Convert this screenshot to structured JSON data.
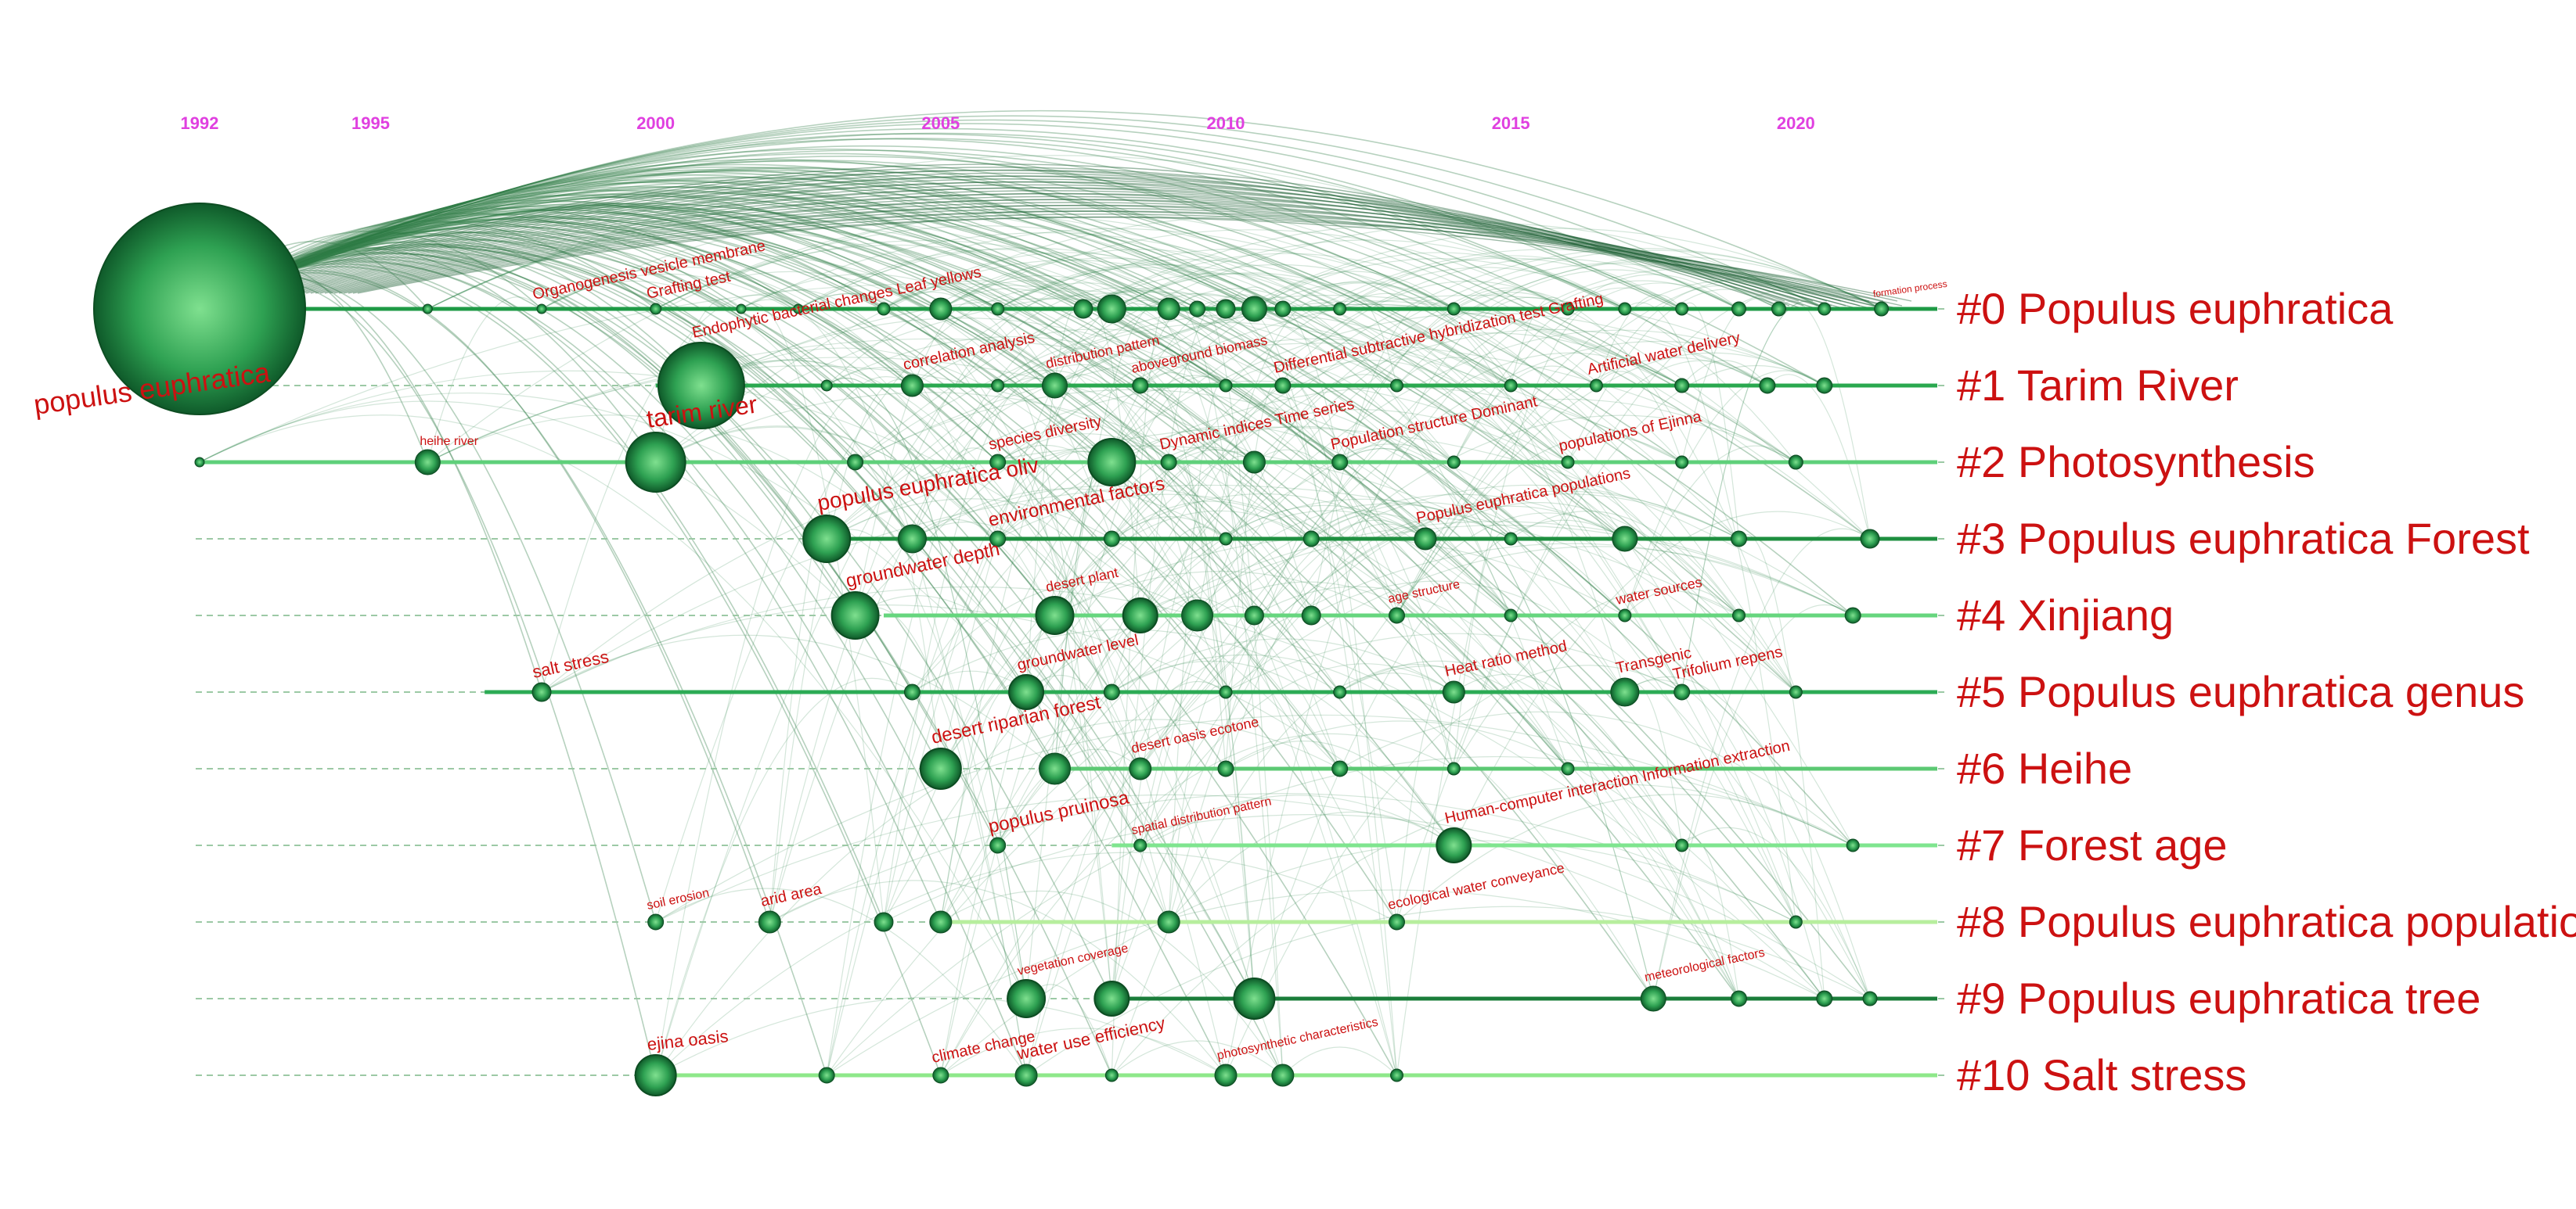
{
  "chart_data": {
    "type": "timeline",
    "x_range": [
      1992,
      2022
    ],
    "years": [
      1992,
      1995,
      2000,
      2005,
      2010,
      2015,
      2020
    ],
    "clusters": [
      {
        "id": 0,
        "label": "#0 Populus euphratica",
        "start": 1992,
        "color": "#1e9a45"
      },
      {
        "id": 1,
        "label": "#1 Tarim River",
        "start": 2000,
        "color": "#2aa84f"
      },
      {
        "id": 2,
        "label": "#2 Photosynthesis",
        "start": 1992,
        "color": "#5fd07a"
      },
      {
        "id": 3,
        "label": "#3 Populus euphratica Forest",
        "start": 2003,
        "color": "#1e8f3f"
      },
      {
        "id": 4,
        "label": "#4 Xinjiang",
        "start": 2004,
        "color": "#66d67e"
      },
      {
        "id": 5,
        "label": "#5 Populus euphratica genus",
        "start": 1997,
        "color": "#2cab55"
      },
      {
        "id": 6,
        "label": "#6 Heihe",
        "start": 2007,
        "color": "#5cc973"
      },
      {
        "id": 7,
        "label": "#7 Forest age",
        "start": 2008,
        "color": "#7fe58f"
      },
      {
        "id": 8,
        "label": "#8 Populus euphratica populatio",
        "start": 2005,
        "color": "#b7ee9e"
      },
      {
        "id": 9,
        "label": "#9 Populus euphratica tree",
        "start": 2008,
        "color": "#1a7d3a"
      },
      {
        "id": 10,
        "label": "#10 Salt stress",
        "start": 2000,
        "color": "#8ee88a"
      }
    ],
    "nodes": [
      {
        "c": 0,
        "y": 1992,
        "s": 135,
        "label": "populus euphratica",
        "fs": 36,
        "rot": -8
      },
      {
        "c": 0,
        "y": 1996,
        "s": 6
      },
      {
        "c": 0,
        "y": 1998,
        "s": 6,
        "label": "Organogenesis vesicle membrane",
        "fs": 20,
        "rot": -12
      },
      {
        "c": 0,
        "y": 2000,
        "s": 7,
        "label": "Grafting test",
        "fs": 20,
        "rot": -12
      },
      {
        "c": 0,
        "y": 2001.5,
        "s": 6
      },
      {
        "c": 0,
        "y": 2002.5,
        "s": 6
      },
      {
        "c": 0,
        "y": 2004,
        "s": 8
      },
      {
        "c": 0,
        "y": 2005,
        "s": 14
      },
      {
        "c": 0,
        "y": 2006,
        "s": 8
      },
      {
        "c": 0,
        "y": 2007.5,
        "s": 12
      },
      {
        "c": 0,
        "y": 2008,
        "s": 18
      },
      {
        "c": 0,
        "y": 2009,
        "s": 14
      },
      {
        "c": 0,
        "y": 2009.5,
        "s": 10
      },
      {
        "c": 0,
        "y": 2010,
        "s": 12
      },
      {
        "c": 0,
        "y": 2010.5,
        "s": 16
      },
      {
        "c": 0,
        "y": 2011,
        "s": 10
      },
      {
        "c": 0,
        "y": 2012,
        "s": 8
      },
      {
        "c": 0,
        "y": 2014,
        "s": 8
      },
      {
        "c": 0,
        "y": 2016,
        "s": 8
      },
      {
        "c": 0,
        "y": 2017,
        "s": 8
      },
      {
        "c": 0,
        "y": 2018,
        "s": 8
      },
      {
        "c": 0,
        "y": 2019,
        "s": 9
      },
      {
        "c": 0,
        "y": 2019.7,
        "s": 9
      },
      {
        "c": 0,
        "y": 2020.5,
        "s": 8
      },
      {
        "c": 0,
        "y": 2021.5,
        "s": 9,
        "label": "formation process",
        "fs": 12,
        "rot": -8
      },
      {
        "c": 1,
        "y": 2000.8,
        "s": 55,
        "label": "Endophytic bacterial changes Leaf yellows",
        "fs": 20,
        "rot": -12
      },
      {
        "c": 1,
        "y": 2003,
        "s": 7
      },
      {
        "c": 1,
        "y": 2004.5,
        "s": 14,
        "label": "correlation analysis",
        "fs": 20,
        "rot": -12
      },
      {
        "c": 1,
        "y": 2006,
        "s": 8
      },
      {
        "c": 1,
        "y": 2007,
        "s": 16,
        "label": "distribution pattern",
        "fs": 18,
        "rot": -12
      },
      {
        "c": 1,
        "y": 2008.5,
        "s": 10,
        "label": "aboveground biomass",
        "fs": 18,
        "rot": -12
      },
      {
        "c": 1,
        "y": 2010,
        "s": 8
      },
      {
        "c": 1,
        "y": 2011,
        "s": 10,
        "label": "Differential subtractive hybridization test Grafting",
        "fs": 20,
        "rot": -12
      },
      {
        "c": 1,
        "y": 2013,
        "s": 8
      },
      {
        "c": 1,
        "y": 2015,
        "s": 8
      },
      {
        "c": 1,
        "y": 2016.5,
        "s": 8,
        "label": "Artificial water delivery",
        "fs": 20,
        "rot": -12
      },
      {
        "c": 1,
        "y": 2018,
        "s": 9
      },
      {
        "c": 1,
        "y": 2019.5,
        "s": 10
      },
      {
        "c": 1,
        "y": 2020.5,
        "s": 10
      },
      {
        "c": 2,
        "y": 1992,
        "s": 6
      },
      {
        "c": 2,
        "y": 1996,
        "s": 16,
        "label": "heihe river",
        "fs": 16,
        "rot": 0
      },
      {
        "c": 2,
        "y": 2000,
        "s": 38,
        "label": "tarim river",
        "fs": 32,
        "rot": -8
      },
      {
        "c": 2,
        "y": 2003.5,
        "s": 10
      },
      {
        "c": 2,
        "y": 2006,
        "s": 10,
        "label": "species diversity",
        "fs": 20,
        "rot": -12
      },
      {
        "c": 2,
        "y": 2008,
        "s": 30
      },
      {
        "c": 2,
        "y": 2009,
        "s": 10,
        "label": "Dynamic indices  Time series",
        "fs": 20,
        "rot": -12
      },
      {
        "c": 2,
        "y": 2010.5,
        "s": 14
      },
      {
        "c": 2,
        "y": 2012,
        "s": 10,
        "label": "Population structure  Dominant",
        "fs": 20,
        "rot": -12
      },
      {
        "c": 2,
        "y": 2014,
        "s": 8
      },
      {
        "c": 2,
        "y": 2016,
        "s": 8,
        "label": "populations of Ejinna",
        "fs": 20,
        "rot": -12
      },
      {
        "c": 2,
        "y": 2018,
        "s": 8
      },
      {
        "c": 2,
        "y": 2020,
        "s": 9
      },
      {
        "c": 3,
        "y": 2003,
        "s": 30,
        "label": "populus euphratica oliv",
        "fs": 28,
        "rot": -10
      },
      {
        "c": 3,
        "y": 2004.5,
        "s": 18
      },
      {
        "c": 3,
        "y": 2006,
        "s": 10,
        "label": "environmental factors",
        "fs": 24,
        "rot": -12
      },
      {
        "c": 3,
        "y": 2008,
        "s": 10
      },
      {
        "c": 3,
        "y": 2010,
        "s": 8
      },
      {
        "c": 3,
        "y": 2011.5,
        "s": 10
      },
      {
        "c": 3,
        "y": 2013.5,
        "s": 14,
        "label": "Populus euphratica populations",
        "fs": 20,
        "rot": -12
      },
      {
        "c": 3,
        "y": 2015,
        "s": 8
      },
      {
        "c": 3,
        "y": 2017,
        "s": 16
      },
      {
        "c": 3,
        "y": 2019,
        "s": 10
      },
      {
        "c": 3,
        "y": 2021.3,
        "s": 12
      },
      {
        "c": 4,
        "y": 2003.5,
        "s": 30,
        "label": "groundwater depth",
        "fs": 24,
        "rot": -12
      },
      {
        "c": 4,
        "y": 2007,
        "s": 24,
        "label": "desert plant",
        "fs": 18,
        "rot": -12
      },
      {
        "c": 4,
        "y": 2008.5,
        "s": 22
      },
      {
        "c": 4,
        "y": 2009.5,
        "s": 20
      },
      {
        "c": 4,
        "y": 2010.5,
        "s": 12
      },
      {
        "c": 4,
        "y": 2011.5,
        "s": 12
      },
      {
        "c": 4,
        "y": 2013,
        "s": 10,
        "label": "age structure",
        "fs": 16,
        "rot": -12
      },
      {
        "c": 4,
        "y": 2015,
        "s": 8
      },
      {
        "c": 4,
        "y": 2017,
        "s": 8,
        "label": "water sources",
        "fs": 18,
        "rot": -12
      },
      {
        "c": 4,
        "y": 2019,
        "s": 8
      },
      {
        "c": 4,
        "y": 2021,
        "s": 10
      },
      {
        "c": 5,
        "y": 1998,
        "s": 12,
        "label": "salt stress",
        "fs": 22,
        "rot": -12
      },
      {
        "c": 5,
        "y": 2004.5,
        "s": 10
      },
      {
        "c": 5,
        "y": 2006.5,
        "s": 22,
        "label": "groundwater level",
        "fs": 20,
        "rot": -12
      },
      {
        "c": 5,
        "y": 2008,
        "s": 10
      },
      {
        "c": 5,
        "y": 2010,
        "s": 8
      },
      {
        "c": 5,
        "y": 2012,
        "s": 8
      },
      {
        "c": 5,
        "y": 2014,
        "s": 14,
        "label": "Heat ratio method",
        "fs": 20,
        "rot": -12
      },
      {
        "c": 5,
        "y": 2017,
        "s": 18,
        "label": "Transgenic",
        "fs": 20,
        "rot": -12
      },
      {
        "c": 5,
        "y": 2018,
        "s": 10,
        "label": "Trifolium repens",
        "fs": 20,
        "rot": -12
      },
      {
        "c": 5,
        "y": 2020,
        "s": 8
      },
      {
        "c": 6,
        "y": 2005,
        "s": 26,
        "label": "desert riparian forest",
        "fs": 24,
        "rot": -12
      },
      {
        "c": 6,
        "y": 2007,
        "s": 20
      },
      {
        "c": 6,
        "y": 2008.5,
        "s": 14,
        "label": "desert oasis ecotone",
        "fs": 18,
        "rot": -12
      },
      {
        "c": 6,
        "y": 2010,
        "s": 10
      },
      {
        "c": 6,
        "y": 2012,
        "s": 10
      },
      {
        "c": 6,
        "y": 2014,
        "s": 8
      },
      {
        "c": 6,
        "y": 2016,
        "s": 8
      },
      {
        "c": 7,
        "y": 2006,
        "s": 10,
        "label": "populus pruinosa",
        "fs": 24,
        "rot": -12
      },
      {
        "c": 7,
        "y": 2008.5,
        "s": 8,
        "label": "spatial distribution pattern",
        "fs": 16,
        "rot": -12
      },
      {
        "c": 7,
        "y": 2014,
        "s": 22,
        "label": "Human-computer interaction  Information extraction",
        "fs": 20,
        "rot": -12
      },
      {
        "c": 7,
        "y": 2018,
        "s": 8
      },
      {
        "c": 7,
        "y": 2021,
        "s": 8
      },
      {
        "c": 8,
        "y": 2000,
        "s": 10,
        "label": "soil erosion",
        "fs": 16,
        "rot": -12
      },
      {
        "c": 8,
        "y": 2002,
        "s": 14,
        "label": "arid area",
        "fs": 20,
        "rot": -12
      },
      {
        "c": 8,
        "y": 2004,
        "s": 12
      },
      {
        "c": 8,
        "y": 2005,
        "s": 14
      },
      {
        "c": 8,
        "y": 2009,
        "s": 14
      },
      {
        "c": 8,
        "y": 2013,
        "s": 10,
        "label": "ecological water conveyance",
        "fs": 18,
        "rot": -12
      },
      {
        "c": 8,
        "y": 2020,
        "s": 8
      },
      {
        "c": 9,
        "y": 2006.5,
        "s": 24,
        "label": "vegetation coverage",
        "fs": 16,
        "rot": -12
      },
      {
        "c": 9,
        "y": 2008,
        "s": 22
      },
      {
        "c": 9,
        "y": 2010.5,
        "s": 26
      },
      {
        "c": 9,
        "y": 2017.5,
        "s": 16,
        "label": "meteorological factors",
        "fs": 16,
        "rot": -12
      },
      {
        "c": 9,
        "y": 2019,
        "s": 10
      },
      {
        "c": 9,
        "y": 2020.5,
        "s": 10
      },
      {
        "c": 9,
        "y": 2021.3,
        "s": 9
      },
      {
        "c": 10,
        "y": 2000,
        "s": 26,
        "label": "ejina oasis",
        "fs": 22,
        "rot": -6
      },
      {
        "c": 10,
        "y": 2003,
        "s": 10
      },
      {
        "c": 10,
        "y": 2005,
        "s": 10,
        "label": "climate change",
        "fs": 20,
        "rot": -12
      },
      {
        "c": 10,
        "y": 2006.5,
        "s": 14,
        "label": "water use efficiency",
        "fs": 22,
        "rot": -12
      },
      {
        "c": 10,
        "y": 2008,
        "s": 8
      },
      {
        "c": 10,
        "y": 2010,
        "s": 14,
        "label": "photosynthetic characteristics",
        "fs": 16,
        "rot": -12
      },
      {
        "c": 10,
        "y": 2011,
        "s": 14
      },
      {
        "c": 10,
        "y": 2013,
        "s": 8
      }
    ]
  }
}
